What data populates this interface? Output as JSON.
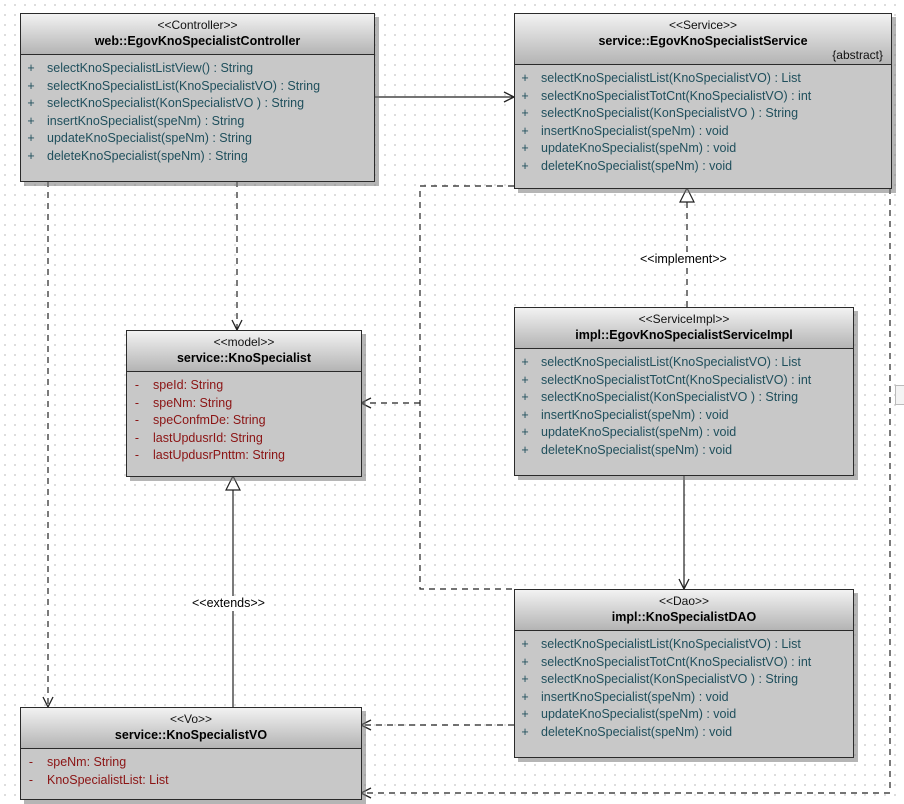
{
  "classes": {
    "controller": {
      "stereotype": "<<Controller>>",
      "name": "web::EgovKnoSpecialistController",
      "members": [
        {
          "vis": "+",
          "text": "selectKnoSpecialistListView() : String"
        },
        {
          "vis": "+",
          "text": "selectKnoSpecialistList(KnoSpecialistVO) : String"
        },
        {
          "vis": "+",
          "text": "selectKnoSpecialist(KonSpecialistVO ) : String"
        },
        {
          "vis": "+",
          "text": "insertKnoSpecialist(speNm) : String"
        },
        {
          "vis": "+",
          "text": "updateKnoSpecialist(speNm) : String"
        },
        {
          "vis": "+",
          "text": "deleteKnoSpecialist(speNm) : String"
        }
      ]
    },
    "service": {
      "stereotype": "<<Service>>",
      "name": "service::EgovKnoSpecialistService",
      "modifier": "{abstract}",
      "members": [
        {
          "vis": "+",
          "text": "selectKnoSpecialistList(KnoSpecialistVO) : List"
        },
        {
          "vis": "+",
          "text": "selectKnoSpecialistTotCnt(KnoSpecialistVO) : int"
        },
        {
          "vis": "+",
          "text": "selectKnoSpecialist(KonSpecialistVO ) : String"
        },
        {
          "vis": "+",
          "text": "insertKnoSpecialist(speNm) : void"
        },
        {
          "vis": "+",
          "text": "updateKnoSpecialist(speNm) : void"
        },
        {
          "vis": "+",
          "text": "deleteKnoSpecialist(speNm) : void"
        }
      ]
    },
    "model": {
      "stereotype": "<<model>>",
      "name": "service::KnoSpecialist",
      "members": [
        {
          "vis": "-",
          "text": "speId:  String"
        },
        {
          "vis": "-",
          "text": "speNm:  String"
        },
        {
          "vis": "-",
          "text": "speConfmDe:  String"
        },
        {
          "vis": "-",
          "text": "lastUpdusrId:  String"
        },
        {
          "vis": "-",
          "text": "lastUpdusrPnttm:  String"
        }
      ]
    },
    "serviceimpl": {
      "stereotype": "<<ServiceImpl>>",
      "name": "impl::EgovKnoSpecialistServiceImpl",
      "members": [
        {
          "vis": "+",
          "text": "selectKnoSpecialistList(KnoSpecialistVO) : List"
        },
        {
          "vis": "+",
          "text": "selectKnoSpecialistTotCnt(KnoSpecialistVO) : int"
        },
        {
          "vis": "+",
          "text": "selectKnoSpecialist(KonSpecialistVO ) : String"
        },
        {
          "vis": "+",
          "text": "insertKnoSpecialist(speNm) : void"
        },
        {
          "vis": "+",
          "text": "updateKnoSpecialist(speNm) : void"
        },
        {
          "vis": "+",
          "text": "deleteKnoSpecialist(speNm) : void"
        }
      ]
    },
    "dao": {
      "stereotype": "<<Dao>>",
      "name": "impl::KnoSpecialistDAO",
      "members": [
        {
          "vis": "+",
          "text": "selectKnoSpecialistList(KnoSpecialistVO) : List"
        },
        {
          "vis": "+",
          "text": "selectKnoSpecialistTotCnt(KnoSpecialistVO) : int"
        },
        {
          "vis": "+",
          "text": "selectKnoSpecialist(KonSpecialistVO ) : String"
        },
        {
          "vis": "+",
          "text": "insertKnoSpecialist(speNm) : void"
        },
        {
          "vis": "+",
          "text": "updateKnoSpecialist(speNm) : void"
        },
        {
          "vis": "+",
          "text": "deleteKnoSpecialist(speNm) : void"
        }
      ]
    },
    "vo": {
      "stereotype": "<<Vo>>",
      "name": "service::KnoSpecialistVO",
      "members": [
        {
          "vis": "-",
          "text": "speNm:  String"
        },
        {
          "vis": "-",
          "text": "KnoSpecialistList:  List"
        }
      ]
    }
  },
  "labels": {
    "implement": "<<implement>>",
    "extends": "<<extends>>"
  },
  "colors": {
    "operation_text": "#1f4f5c",
    "attribute_text": "#8b1414",
    "class_fill": "#c8c8c8",
    "line": "#222222"
  }
}
